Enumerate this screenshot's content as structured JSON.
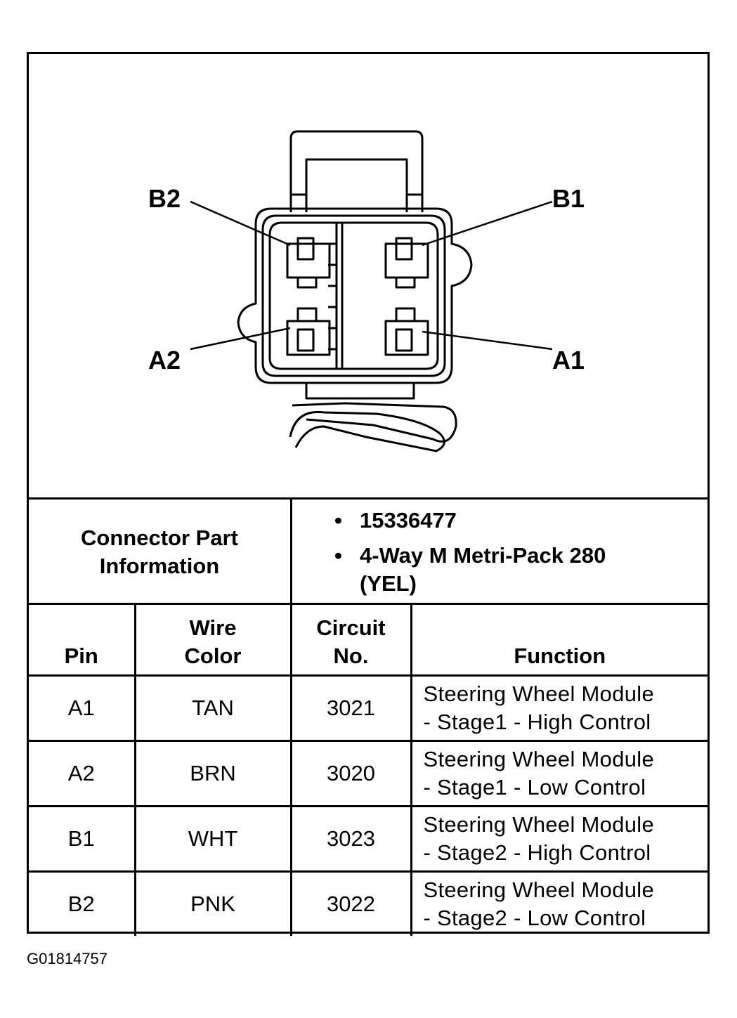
{
  "diagram": {
    "pin_labels": {
      "b2": "B2",
      "b1": "B1",
      "a2": "A2",
      "a1": "A1"
    }
  },
  "connector_info": {
    "label": "Connector Part Information",
    "bullet": "•",
    "items": [
      "15336477",
      "4-Way M Metri-Pack 280 (YEL)"
    ]
  },
  "table": {
    "headers": {
      "pin": "Pin",
      "wire_color": "Wire Color",
      "circuit_no": "Circuit No.",
      "function": "Function"
    },
    "rows": [
      {
        "pin": "A1",
        "wire_color": "TAN",
        "circuit": "3021",
        "function_line1": "Steering Wheel Module",
        "function_line2": "- Stage1 - High Control"
      },
      {
        "pin": "A2",
        "wire_color": "BRN",
        "circuit": "3020",
        "function_line1": "Steering Wheel Module",
        "function_line2": "- Stage1 - Low Control"
      },
      {
        "pin": "B1",
        "wire_color": "WHT",
        "circuit": "3023",
        "function_line1": "Steering Wheel Module",
        "function_line2": "- Stage2 - High Control"
      },
      {
        "pin": "B2",
        "wire_color": "PNK",
        "circuit": "3022",
        "function_line1": "Steering Wheel Module",
        "function_line2": "- Stage2 - Low Control"
      }
    ]
  },
  "figure_id": "G01814757"
}
